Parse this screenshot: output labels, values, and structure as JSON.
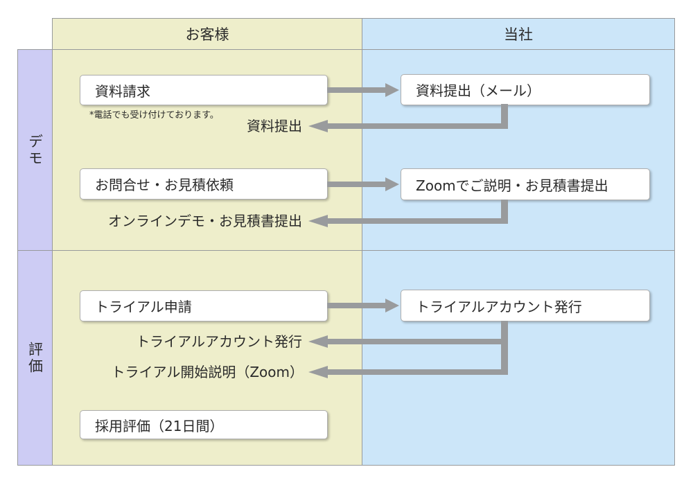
{
  "header": {
    "customer": "お客様",
    "company": "当社"
  },
  "phases": {
    "demo": "デモ",
    "eval": "評価"
  },
  "boxes": {
    "request_docs": "資料請求",
    "submit_docs": "資料提出（メール）",
    "inquiry": "お問合せ・お見積依頼",
    "zoom_explain": "Zoomでご説明・お見積書提出",
    "trial_apply": "トライアル申請",
    "trial_account": "トライアルアカウント発行",
    "adoption_eval": "採用評価（21日間）"
  },
  "labels": {
    "phone_note": "*電話でも受け付けております。",
    "docs_submitted": "資料提出",
    "online_demo": "オンラインデモ・お見積書提出",
    "trial_account_issued": "トライアルアカウント発行",
    "trial_start": "トライアル開始説明（Zoom）"
  },
  "colors": {
    "customer_lane_bg": "#eeeecb",
    "company_lane_bg": "#cce6f9",
    "phase_bg": "#cdccf4",
    "arrow": "#999b9d",
    "cell_border": "#97999b",
    "box_bg": "#ffffff"
  }
}
